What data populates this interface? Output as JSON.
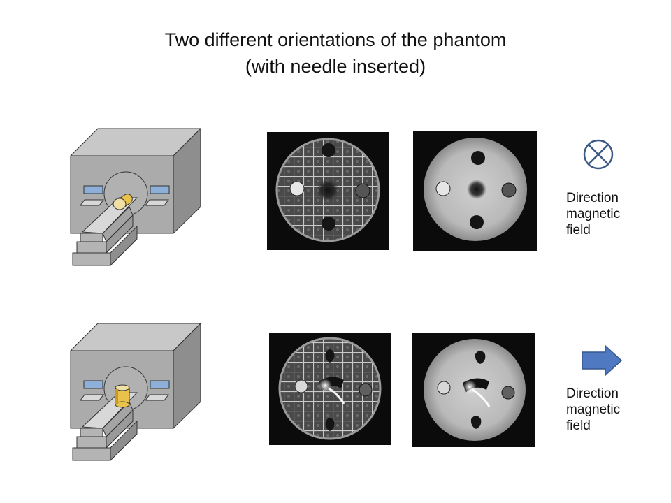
{
  "title": {
    "line1": "Two different orientations of the phantom",
    "line2": "(with needle inserted)"
  },
  "rows": [
    {
      "id": "row-1",
      "field_symbol": "cross-circle-icon",
      "label_lines": [
        "Direction",
        "magnetic",
        "field"
      ]
    },
    {
      "id": "row-2",
      "field_symbol": "right-arrow-icon",
      "label_lines": [
        "Direction",
        "magnetic",
        "field"
      ]
    }
  ],
  "colors": {
    "scanner_body": "#b4b4b4",
    "scanner_face": "#a9a9a9",
    "scanner_side": "#8e8e8e",
    "scanner_top": "#c8c8c8",
    "panel_blue": "#8eb0d8",
    "needle_yellow": "#e8c24a",
    "symbol_blue": "#3d5a86",
    "arrow_fill": "#4f7ac2",
    "arrow_stroke": "#36578c"
  }
}
